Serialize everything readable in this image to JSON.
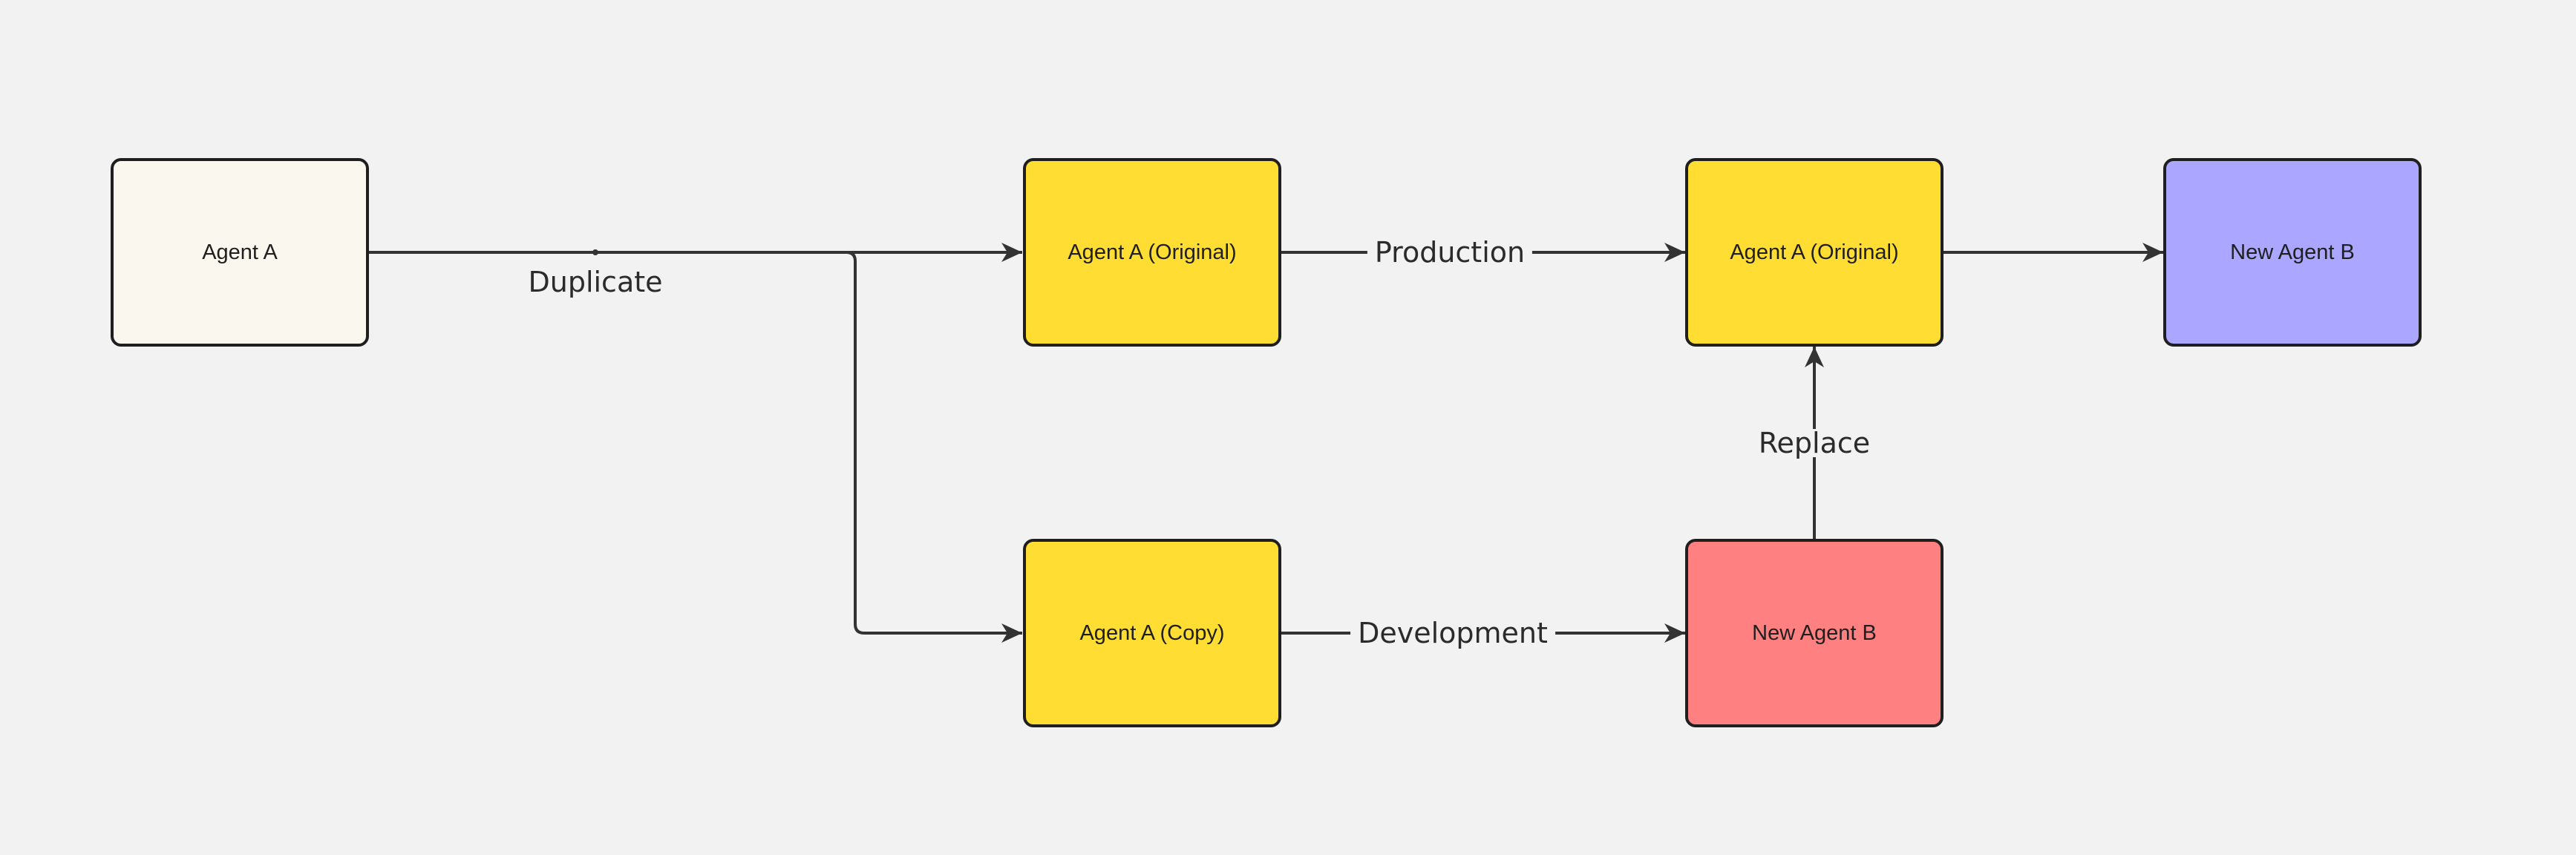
{
  "diagram": {
    "nodes": {
      "agent_a": {
        "label": "Agent A",
        "color": "#faf7ef"
      },
      "original_1": {
        "label": "Agent A (Original)",
        "color": "#ffdd33"
      },
      "original_2": {
        "label": "Agent A (Original)",
        "color": "#ffdd33"
      },
      "new_agent_b_final": {
        "label": "New Agent B",
        "color": "#aba6ff"
      },
      "copy": {
        "label": "Agent A (Copy)",
        "color": "#ffdd33"
      },
      "new_agent_b_dev": {
        "label": "New Agent B",
        "color": "#ff8080"
      }
    },
    "edges": {
      "duplicate": "Duplicate",
      "production": "Production",
      "development": "Development",
      "replace": "Replace"
    }
  }
}
